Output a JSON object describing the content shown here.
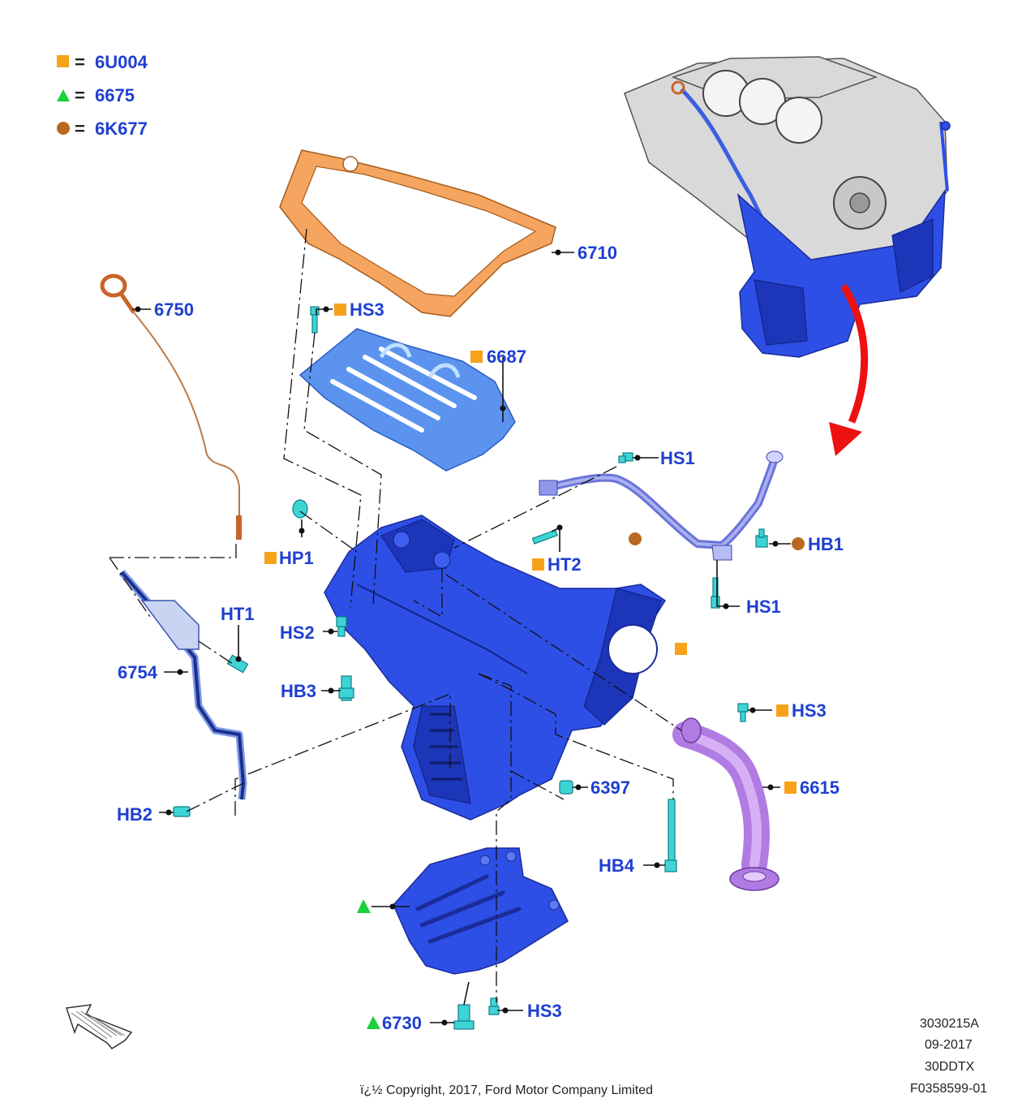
{
  "legend": [
    {
      "symbol": "square",
      "color": "#f7a21b",
      "eq": "=",
      "code": "6U004"
    },
    {
      "symbol": "triangle",
      "color": "#19d13a",
      "eq": "=",
      "code": "6675"
    },
    {
      "symbol": "circle",
      "color": "#b8691e",
      "eq": "=",
      "code": "6K677"
    }
  ],
  "callouts": {
    "gasket_6710": "6710",
    "dipstick_6750": "6750",
    "hs3_top": "HS3",
    "baffle_6687": "6687",
    "hs1_top": "HS1",
    "hb1": "HB1",
    "hp1": "HP1",
    "ht2": "HT2",
    "hs1_lower": "HS1",
    "ht1": "HT1",
    "hs2": "HS2",
    "tube_6754": "6754",
    "hb3": "HB3",
    "hs3_right": "HS3",
    "pickup_6615": "6615",
    "plug_6397": "6397",
    "hb2": "HB2",
    "hb4": "HB4",
    "hs3_bottom": "HS3",
    "drain_6730": "6730"
  },
  "footer": {
    "copyright": "ï¿½ Copyright, 2017, Ford Motor Company Limited",
    "ref1": "3030215A",
    "ref2": "09-2017",
    "ref3": "30DDTX",
    "ref4": "F0358599-01"
  },
  "colors": {
    "callout_text": "#1f3fd1",
    "oil_pan": "#2e4fe6",
    "gasket": "#f5a55f",
    "baffle": "#5b93ee",
    "fastener": "#3ed4d6",
    "pickup_tube": "#b07be2",
    "arrow": "#ee1111"
  }
}
